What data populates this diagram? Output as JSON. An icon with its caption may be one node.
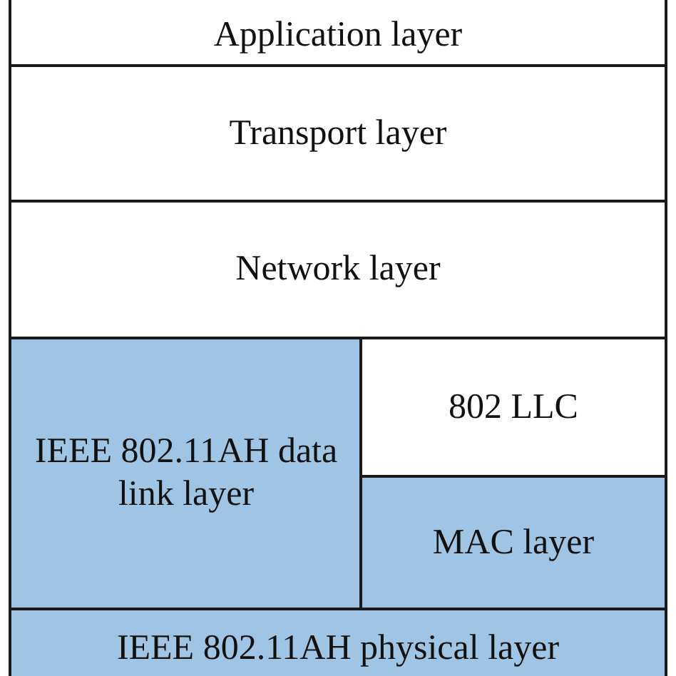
{
  "diagram": {
    "nodes": [
      {
        "text": [
          "Application layer"
        ]
      },
      {
        "text": [
          "Transport layer"
        ]
      },
      {
        "text": [
          "Network layer"
        ]
      },
      {
        "text": [
          "IEEE 802.11AH data link layer"
        ]
      },
      {
        "text": [
          "802 LLC"
        ]
      },
      {
        "text": [
          "MAC layer"
        ]
      },
      {
        "text": [
          "IEEE 802.11AH physical layer"
        ]
      }
    ]
  }
}
